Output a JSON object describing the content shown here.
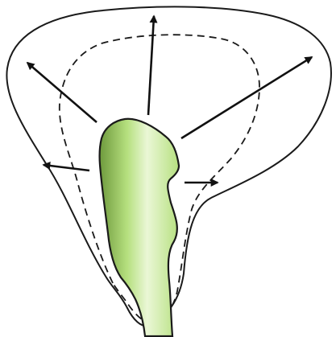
{
  "diagram": {
    "colors": {
      "background": "#ffffff",
      "outline": "#1a1a1a",
      "arrow": "#111111",
      "inner_shape_light": "#eaf7d6",
      "inner_shape_mid": "#b6e07f",
      "inner_shape_dark": "#6e9a3c",
      "inner_shape_stroke": "#1a1a1a"
    },
    "elements": {
      "outer_outline": {
        "style": "solid"
      },
      "middle_outline": {
        "style": "dashed"
      },
      "inner_shape": {
        "fill": "green-gradient"
      },
      "arrows": [
        {
          "direction": "up-left",
          "size": "long"
        },
        {
          "direction": "up",
          "size": "long"
        },
        {
          "direction": "up-right",
          "size": "long"
        },
        {
          "direction": "left",
          "size": "short"
        },
        {
          "direction": "right",
          "size": "short"
        }
      ]
    }
  }
}
